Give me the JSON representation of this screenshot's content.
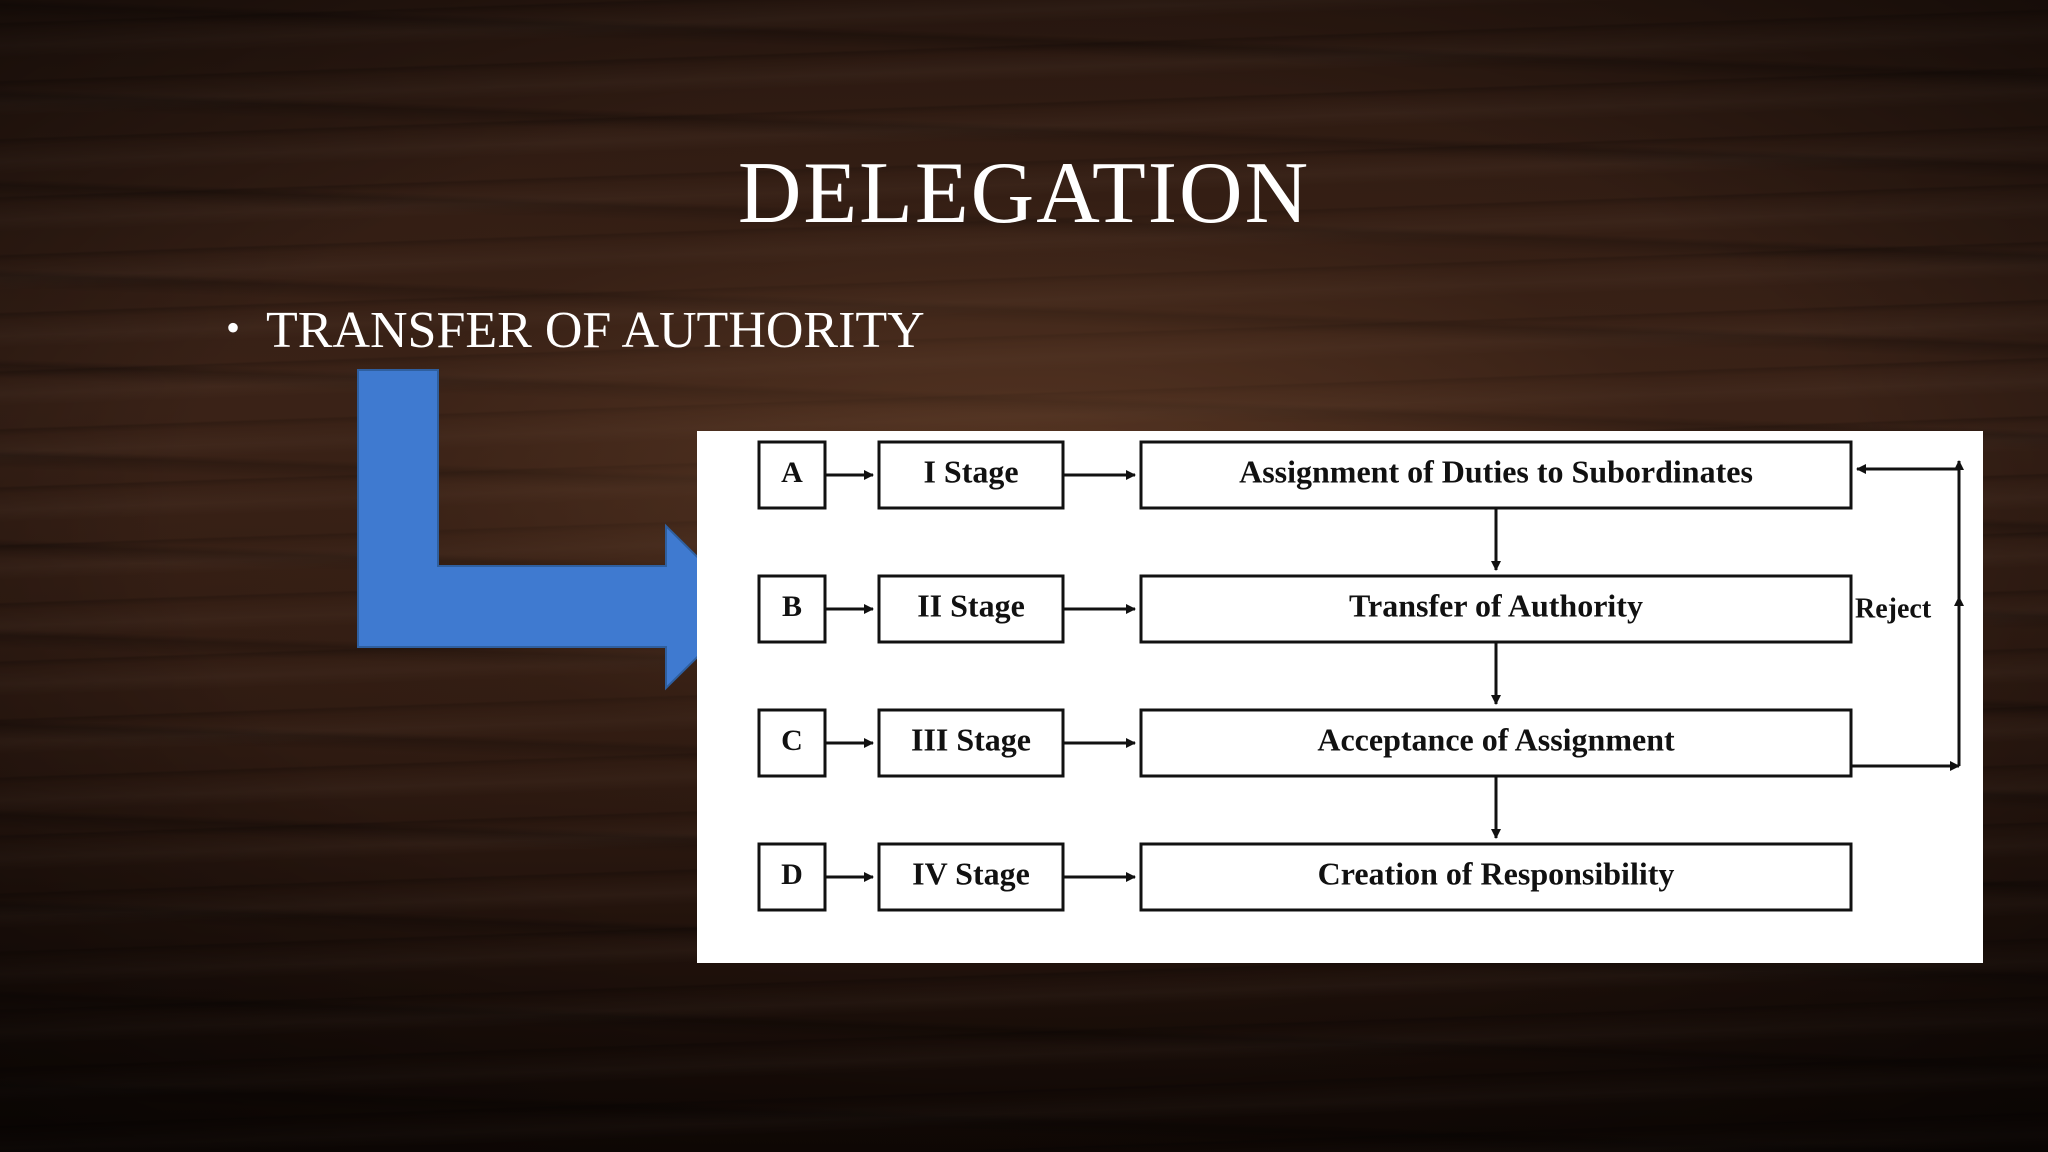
{
  "slide": {
    "title": "DELEGATION",
    "bullet": "TRANSFER OF AUTHORITY",
    "bullet_marker": "•",
    "callout_arrow_color": "#3f7ad0"
  },
  "diagram": {
    "rows": [
      {
        "letter": "A",
        "stage": "I Stage",
        "step": "Assignment of Duties to Subordinates"
      },
      {
        "letter": "B",
        "stage": "II Stage",
        "step": "Transfer of Authority"
      },
      {
        "letter": "C",
        "stage": "III Stage",
        "step": "Acceptance of Assignment"
      },
      {
        "letter": "D",
        "stage": "IV Stage",
        "step": "Creation of Responsibility"
      }
    ],
    "reject_label": "Reject"
  }
}
